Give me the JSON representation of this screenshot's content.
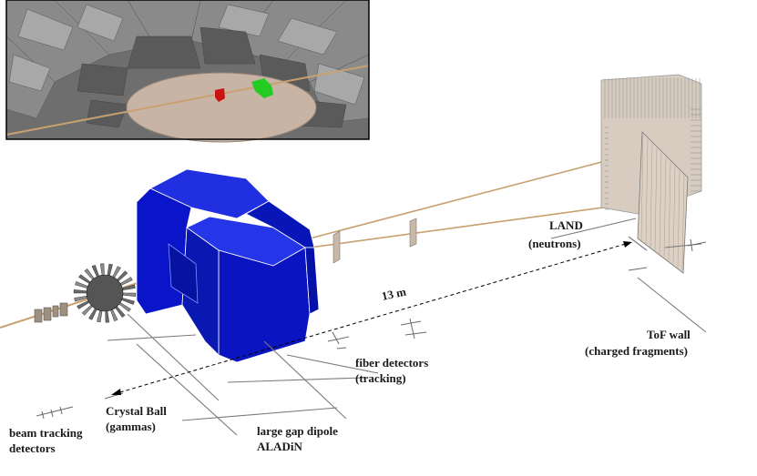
{
  "labels": {
    "land_line1": "LAND",
    "land_line2": "(neutrons)",
    "tof_line1": "ToF wall",
    "tof_line2": "(charged fragments)",
    "distance": "13 m",
    "fiber_line1": "fiber detectors",
    "fiber_line2": "(tracking)",
    "crystal_line1": "Crystal Ball",
    "crystal_line2": "(gammas)",
    "dipole_line1": "large gap dipole",
    "dipole_line2": "ALADiN",
    "beam_line1": "beam tracking",
    "beam_line2": "detectors"
  },
  "colors": {
    "magnet": "#0a14cc",
    "beam": "#c8a070",
    "target_red": "#cc1111",
    "target_green": "#22cc22",
    "detector_plate": "#d8ccc0"
  }
}
